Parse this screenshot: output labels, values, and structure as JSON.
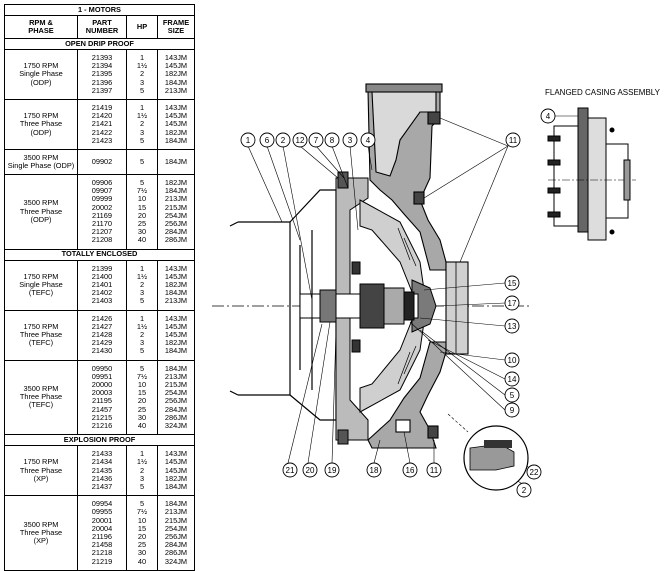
{
  "table": {
    "title": "1 - MOTORS",
    "headers": {
      "rpm": "RPM &\nPHASE",
      "part": "PART\nNUMBER",
      "hp": "HP",
      "frame": "FRAME\nSIZE"
    },
    "sections": [
      {
        "name": "OPEN DRIP PROOF",
        "groups": [
          {
            "label": "1750 RPM\nSingle Phase\n(ODP)",
            "rows": [
              [
                "21393",
                "1",
                "143JM"
              ],
              [
                "21394",
                "1½",
                "145JM"
              ],
              [
                "21395",
                "2",
                "182JM"
              ],
              [
                "21396",
                "3",
                "184JM"
              ],
              [
                "21397",
                "5",
                "213JM"
              ]
            ]
          },
          {
            "label": "1750 RPM\nThree Phase\n(ODP)",
            "rows": [
              [
                "21419",
                "1",
                "143JM"
              ],
              [
                "21420",
                "1½",
                "145JM"
              ],
              [
                "21421",
                "2",
                "145JM"
              ],
              [
                "21422",
                "3",
                "182JM"
              ],
              [
                "21423",
                "5",
                "184JM"
              ]
            ]
          },
          {
            "label": "3500 RPM\nSingle Phase (ODP)",
            "rows": [
              [
                "09902",
                "5",
                "184JM"
              ]
            ]
          },
          {
            "label": "3500 RPM\nThree Phase\n(ODP)",
            "rows": [
              [
                "09906",
                "5",
                "182JM"
              ],
              [
                "09907",
                "7½",
                "184JM"
              ],
              [
                "09999",
                "10",
                "213JM"
              ],
              [
                "20002",
                "15",
                "215JM"
              ],
              [
                "21169",
                "20",
                "254JM"
              ],
              [
                "21170",
                "25",
                "256JM"
              ],
              [
                "21207",
                "30",
                "284JM"
              ],
              [
                "21208",
                "40",
                "286JM"
              ]
            ]
          }
        ]
      },
      {
        "name": "TOTALLY ENCLOSED",
        "groups": [
          {
            "label": "1750 RPM\nSingle Phase\n(TEFC)",
            "rows": [
              [
                "21399",
                "1",
                "143JM"
              ],
              [
                "21400",
                "1½",
                "145JM"
              ],
              [
                "21401",
                "2",
                "182JM"
              ],
              [
                "21402",
                "3",
                "184JM"
              ],
              [
                "21403",
                "5",
                "213JM"
              ]
            ]
          },
          {
            "label": "1750 RPM\nThree Phase\n(TEFC)",
            "rows": [
              [
                "21426",
                "1",
                "143JM"
              ],
              [
                "21427",
                "1½",
                "145JM"
              ],
              [
                "21428",
                "2",
                "145JM"
              ],
              [
                "21429",
                "3",
                "182JM"
              ],
              [
                "21430",
                "5",
                "184JM"
              ]
            ]
          },
          {
            "label": "3500 RPM\nThree Phase\n(TEFC)",
            "rows": [
              [
                "09950",
                "5",
                "184JM"
              ],
              [
                "09951",
                "7½",
                "213JM"
              ],
              [
                "20000",
                "10",
                "215JM"
              ],
              [
                "20003",
                "15",
                "254JM"
              ],
              [
                "21195",
                "20",
                "256JM"
              ],
              [
                "21457",
                "25",
                "284JM"
              ],
              [
                "21215",
                "30",
                "286JM"
              ],
              [
                "21216",
                "40",
                "324JM"
              ]
            ]
          }
        ]
      },
      {
        "name": "EXPLOSION PROOF",
        "groups": [
          {
            "label": "1750 RPM\nThree Phase\n(XP)",
            "rows": [
              [
                "21433",
                "1",
                "143JM"
              ],
              [
                "21434",
                "1½",
                "145JM"
              ],
              [
                "21435",
                "2",
                "145JM"
              ],
              [
                "21436",
                "3",
                "182JM"
              ],
              [
                "21437",
                "5",
                "184JM"
              ]
            ]
          },
          {
            "label": "3500 RPM\nThree Phase\n(XP)",
            "rows": [
              [
                "09954",
                "5",
                "184JM"
              ],
              [
                "09955",
                "7½",
                "213JM"
              ],
              [
                "20001",
                "10",
                "215JM"
              ],
              [
                "20004",
                "15",
                "254JM"
              ],
              [
                "21196",
                "20",
                "256JM"
              ],
              [
                "21458",
                "25",
                "284JM"
              ],
              [
                "21218",
                "30",
                "286JM"
              ],
              [
                "21219",
                "40",
                "324JM"
              ]
            ]
          }
        ]
      }
    ]
  },
  "diagram": {
    "inset_title": "FLANGED CASING ASSEMBLY",
    "callouts": [
      "1",
      "6",
      "2",
      "12",
      "7",
      "8",
      "3",
      "4",
      "11",
      "15",
      "17",
      "13",
      "10",
      "14",
      "5",
      "9",
      "21",
      "20",
      "19",
      "18",
      "16",
      "11",
      "22",
      "2",
      "4"
    ]
  }
}
